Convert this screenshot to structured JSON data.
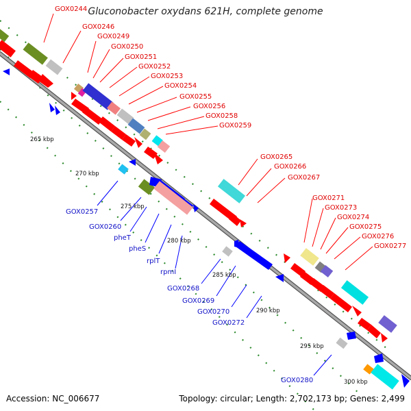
{
  "title": "Gluconobacter oxydans 621H, complete genome",
  "accession_text": "Accession: NC_006677",
  "summary_text": "Topology: circular; Length: 2,702,173 bp; Genes: 2,499",
  "colors": {
    "backbone": "#888888",
    "forward_gene": "#ff0000",
    "reverse_gene": "#0000ff",
    "tick": "#2e8b2e",
    "label_forward": "#e00000",
    "label_reverse": "#1010c8"
  },
  "kbp_labels": [
    "265 kbp",
    "270 kbp",
    "275 kbp",
    "280 kbp",
    "285 kbp",
    "290 kbp",
    "295 kbp",
    "300 kbp"
  ],
  "upper_labels": [
    "GOX0244",
    "GOX0246",
    "GOX0249",
    "GOX0250",
    "GOX0251",
    "GOX0252",
    "GOX0253",
    "GOX0254",
    "GOX0255",
    "GOX0256",
    "GOX0258",
    "GOX0259",
    "GOX0265",
    "GOX0266",
    "GOX0267",
    "GOX0271",
    "GOX0273",
    "GOX0274",
    "GOX0275",
    "GOX0276",
    "GOX0277"
  ],
  "lower_labels": [
    "GOX0257",
    "GOX0260",
    "pheT",
    "pheS",
    "rplT",
    "rpmI",
    "GOX0268",
    "GOX0269",
    "GOX0270",
    "GOX0272",
    "GOX0280"
  ]
}
